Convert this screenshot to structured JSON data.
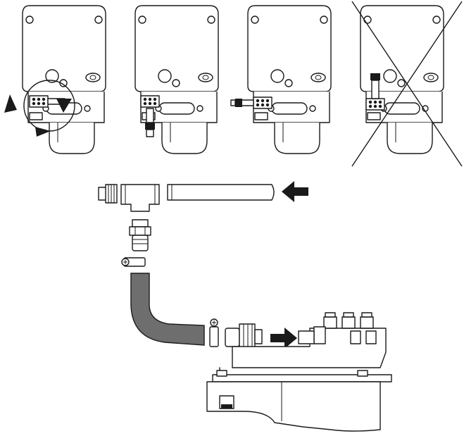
{
  "figure": {
    "panels": [
      {
        "id": "step-1",
        "valve_orientation": "rotate",
        "crossed_out": false
      },
      {
        "id": "step-2",
        "valve_orientation": "down",
        "crossed_out": false
      },
      {
        "id": "step-3",
        "valve_orientation": "left",
        "crossed_out": false
      },
      {
        "id": "step-4",
        "valve_orientation": "up",
        "crossed_out": true
      }
    ],
    "parts": [
      "threaded-plug",
      "tee-fitting",
      "pipe",
      "hose-nipple",
      "hose-clamp",
      "drain-hose",
      "hose-clamp",
      "threaded-connector",
      "pump-unit"
    ],
    "flow_arrows": 2,
    "colors": {
      "line": "#1a1a1a",
      "hose": "#6e6e6e",
      "background": "#ffffff"
    }
  }
}
